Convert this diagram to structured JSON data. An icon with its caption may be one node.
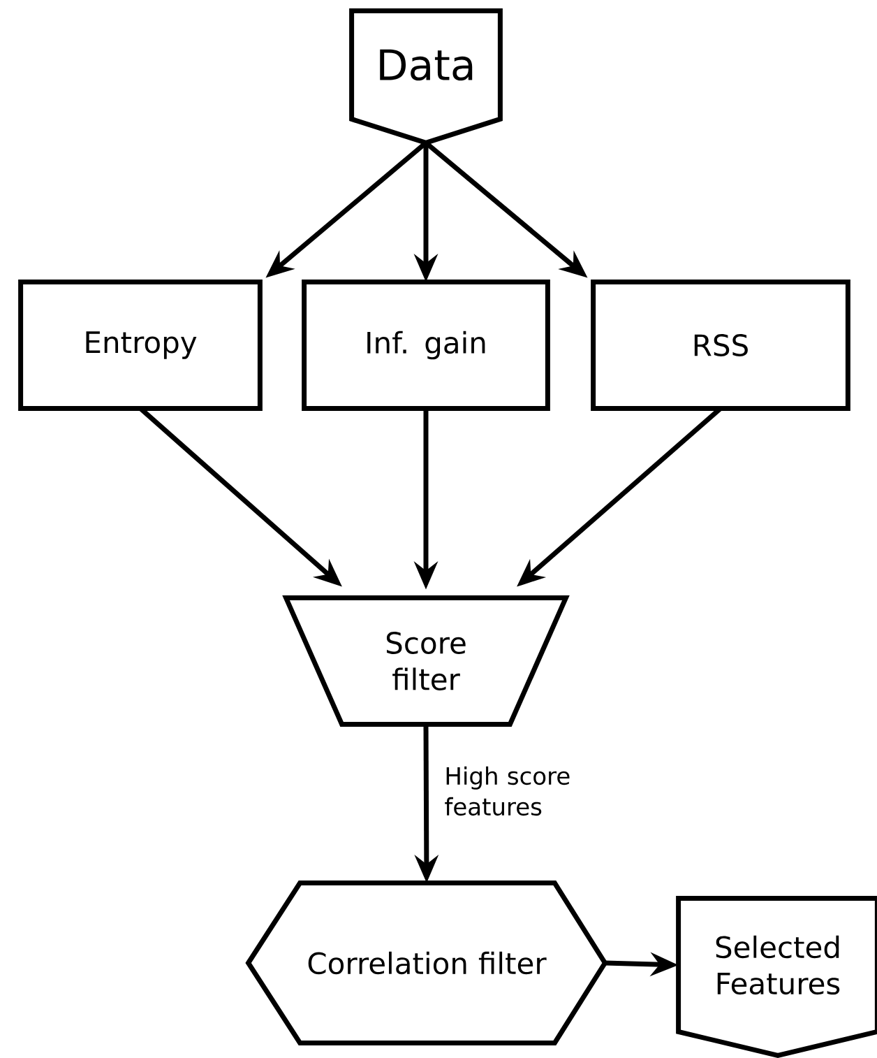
{
  "diagram": {
    "nodes": [
      {
        "text": [
          "Data"
        ]
      },
      {
        "text": [
          "Entropy"
        ]
      },
      {
        "text": [
          "Inf. gain"
        ]
      },
      {
        "text": [
          "RSS"
        ]
      },
      {
        "text": [
          "Score filter"
        ]
      },
      {
        "text": [
          "Correlation filter"
        ]
      },
      {
        "text": [
          "Selected Features"
        ]
      }
    ],
    "edges": [
      {
        "from": 0,
        "to": 1,
        "arrow": "to"
      },
      {
        "from": 0,
        "to": 2,
        "arrow": "to"
      },
      {
        "from": 0,
        "to": 3,
        "arrow": "to"
      },
      {
        "from": 1,
        "to": 4,
        "arrow": "to"
      },
      {
        "from": 2,
        "to": 4,
        "arrow": "to"
      },
      {
        "from": 3,
        "to": 4,
        "arrow": "to"
      },
      {
        "from": 4,
        "to": 5,
        "label": "High score features",
        "arrow": "to"
      },
      {
        "from": 5,
        "to": 6,
        "arrow": "to"
      }
    ]
  }
}
